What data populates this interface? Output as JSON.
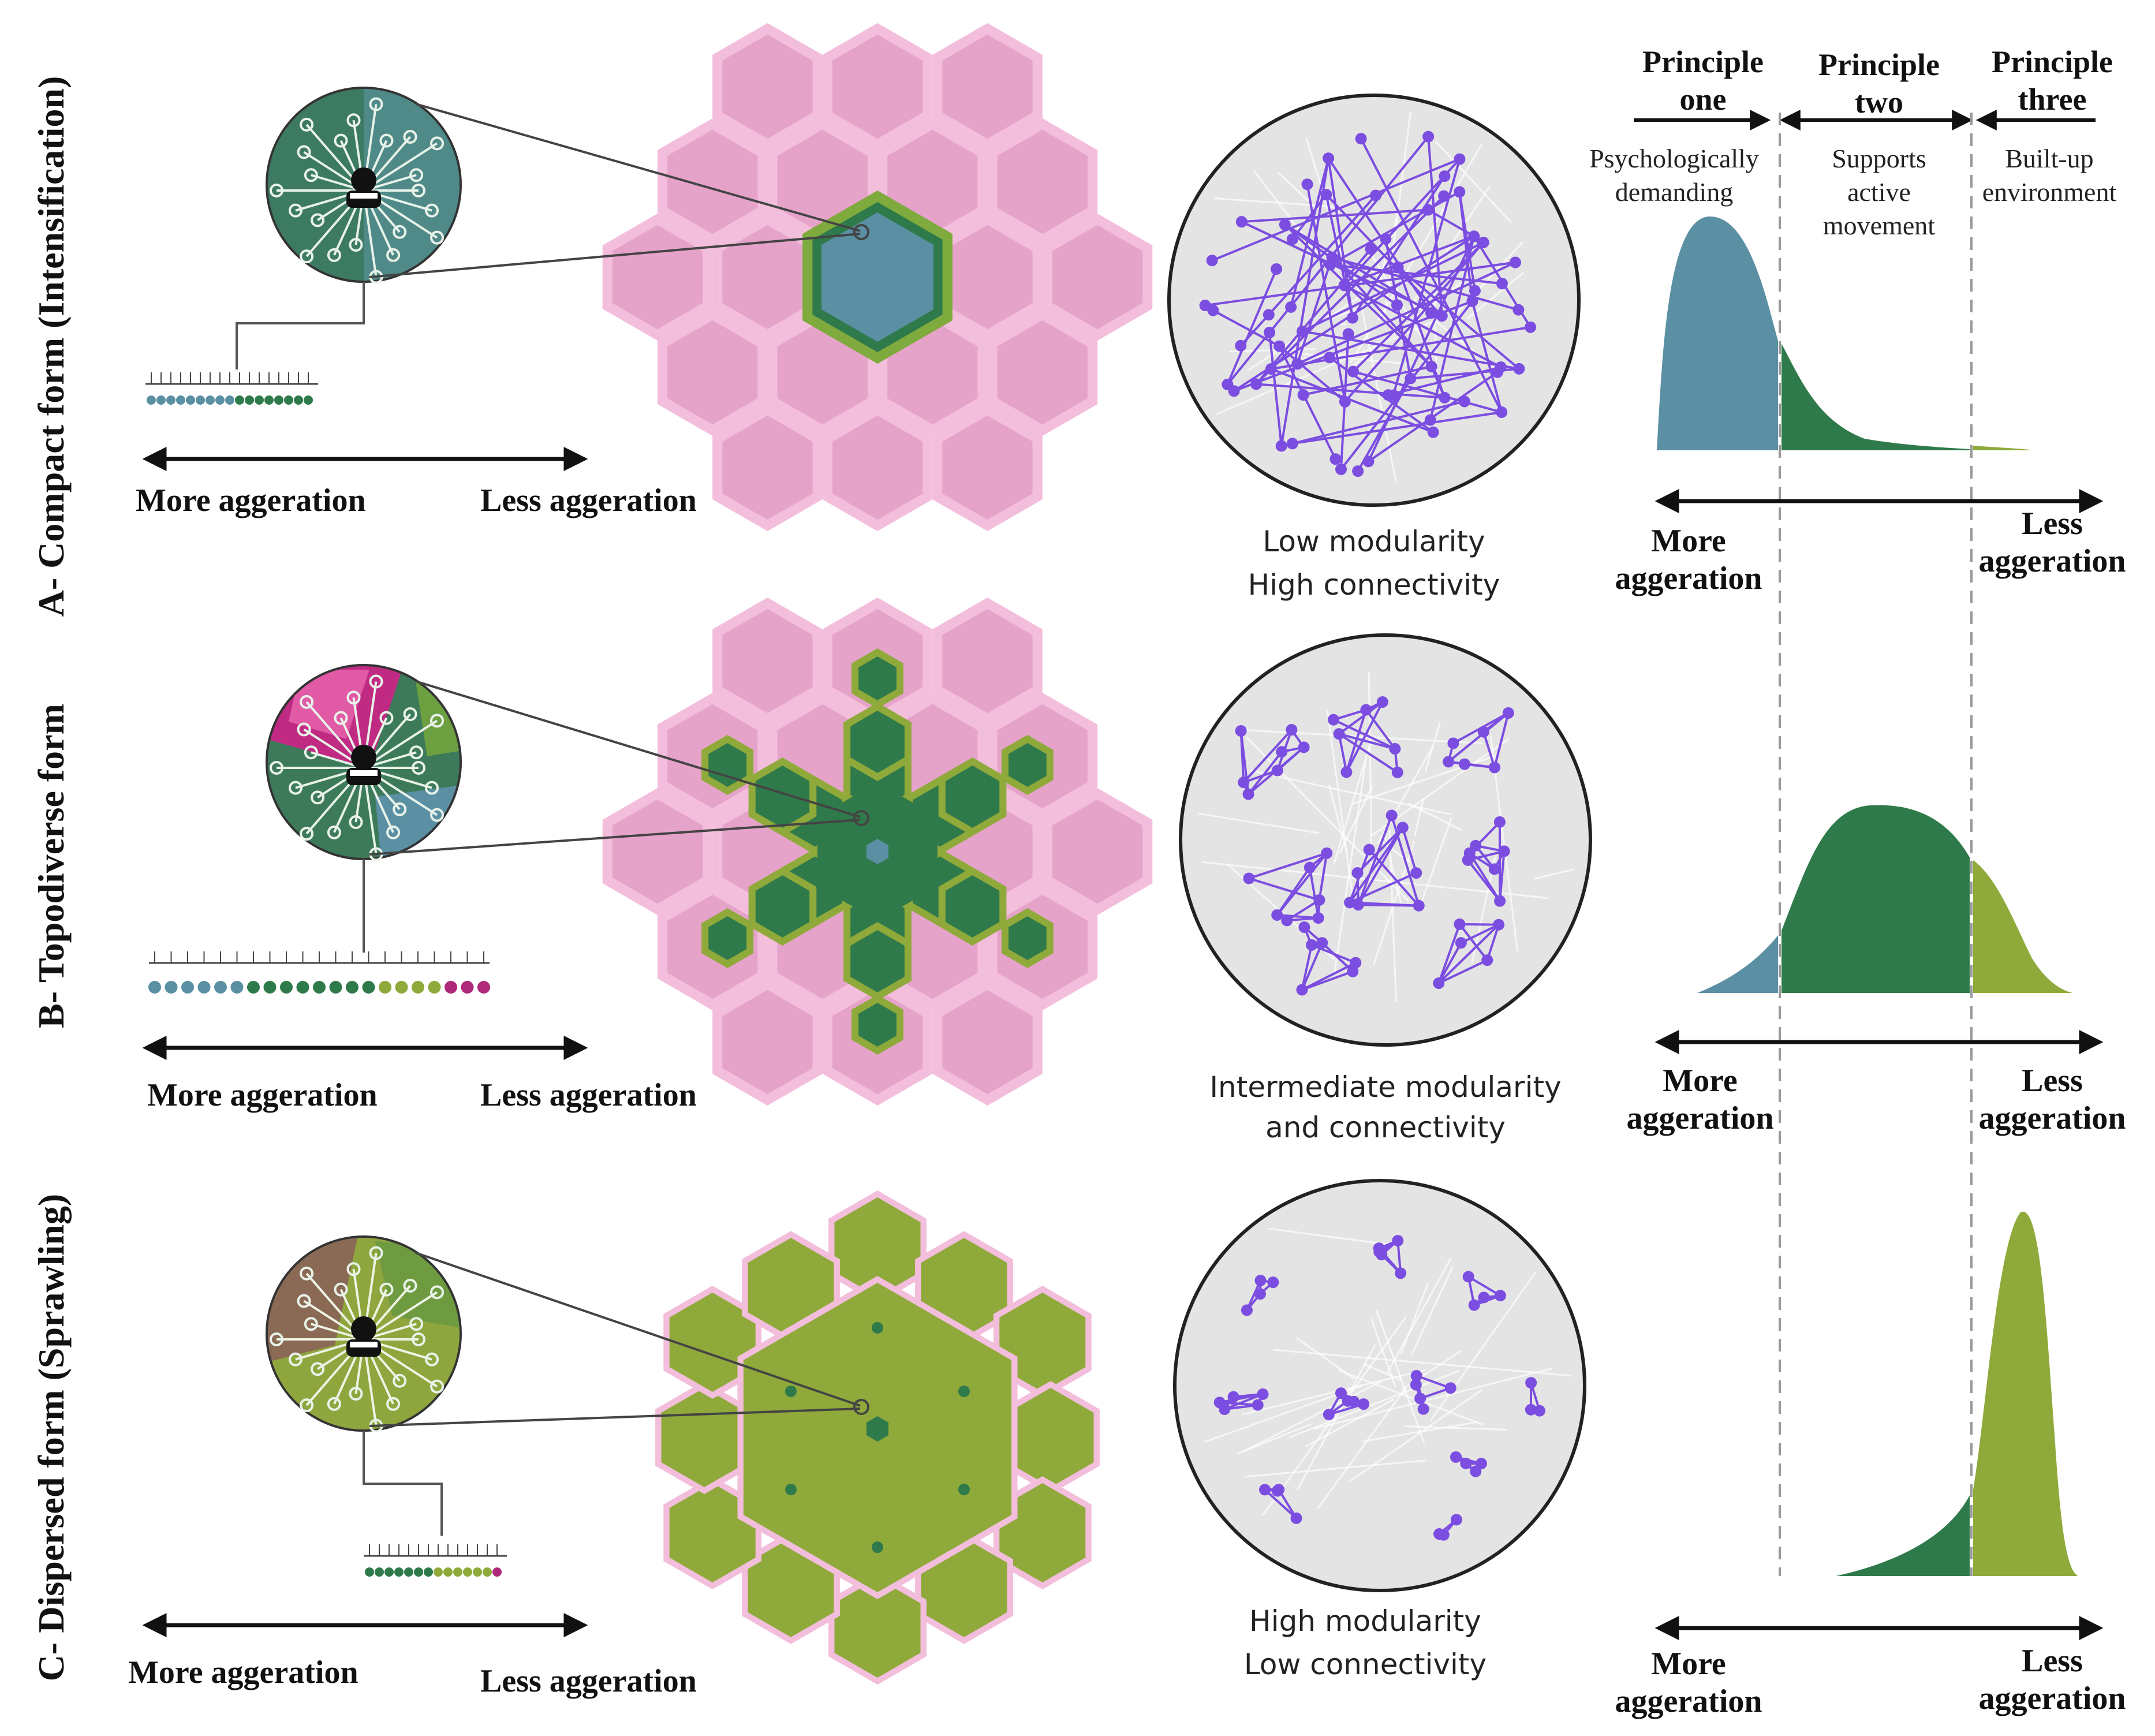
{
  "rows": [
    {
      "label": "A- Compact form (Intensification)",
      "axis_left": "More aggeration",
      "axis_right": "Less aggeration",
      "network_line1": "Low modularity",
      "network_line2": "High connectivity",
      "dist_left_1": "More",
      "dist_left_2": "aggeration",
      "dist_right_1": "Less",
      "dist_right_2": "aggeration"
    },
    {
      "label": "B- Topodiverse form",
      "axis_left": "More aggeration",
      "axis_right": "Less aggeration",
      "network_line1": "Intermediate modularity",
      "network_line2": "and connectivity",
      "dist_left_1": "More",
      "dist_left_2": "aggeration",
      "dist_right_1": "Less",
      "dist_right_2": "aggeration"
    },
    {
      "label": "C- Dispersed form (Sprawling)",
      "axis_left": "More aggeration",
      "axis_right": "Less aggeration",
      "network_line1": "High modularity",
      "network_line2": "Low connectivity",
      "dist_left_1": "More",
      "dist_left_2": "aggeration",
      "dist_right_1": "Less",
      "dist_right_2": "aggeration"
    }
  ],
  "principles": [
    {
      "title_1": "Principle",
      "title_2": "one",
      "desc_1": "Psychologically",
      "desc_2": "demanding",
      "desc_3": ""
    },
    {
      "title_1": "Principle",
      "title_2": "two",
      "desc_1": "Supports",
      "desc_2": "active",
      "desc_3": "movement"
    },
    {
      "title_1": "Principle",
      "title_2": "three",
      "desc_1": "Built-up",
      "desc_2": "environment",
      "desc_3": ""
    }
  ],
  "colors": {
    "blue": "#5b8fa3",
    "dark_green": "#2f7a4a",
    "olive": "#8faa3a",
    "pink_light": "#f3bddc",
    "pink_mid": "#e6a3c9",
    "magenta": "#b0287a",
    "network_node": "#7b4de0",
    "network_bg": "#e4e4e4"
  }
}
